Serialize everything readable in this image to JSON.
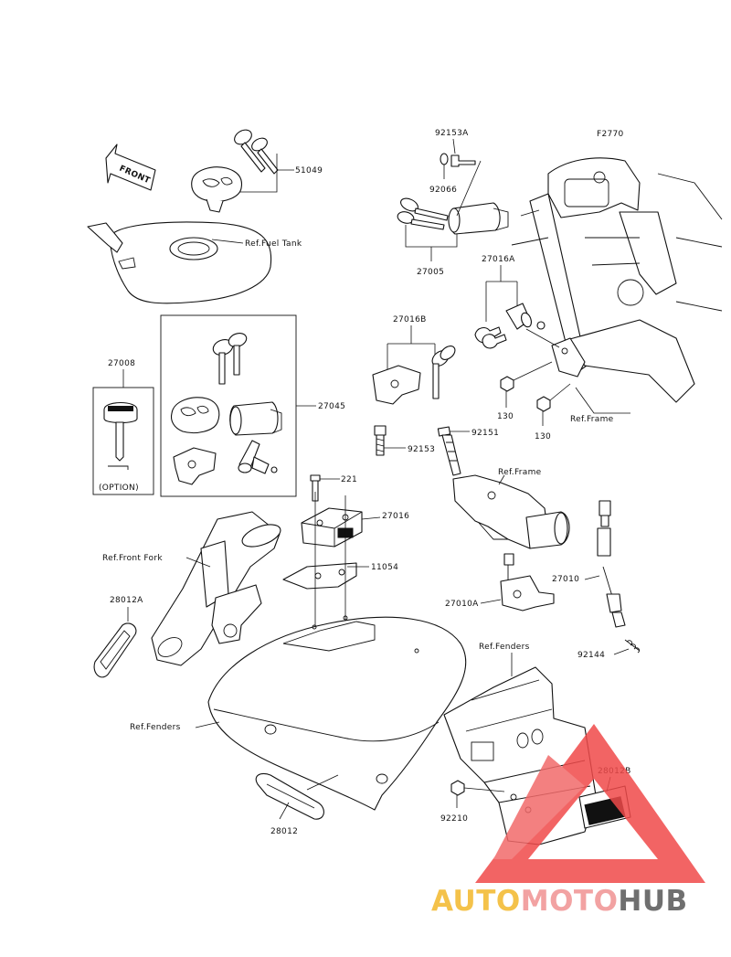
{
  "diagram_code": "F2770",
  "direction_label": "FRONT",
  "part_numbers": {
    "p51049": "51049",
    "p92153A": "92153A",
    "p92066": "92066",
    "p27005": "27005",
    "p27016A": "27016A",
    "p27016B": "27016B",
    "p27008": "27008",
    "p27045": "27045",
    "p130a": "130",
    "p130b": "130",
    "p92151": "92151",
    "p92153": "92153",
    "p221": "221",
    "p27016": "27016",
    "p11054": "11054",
    "p28012A": "28012A",
    "p27010A": "27010A",
    "p27010": "27010",
    "p92144": "92144",
    "p28012B": "28012B",
    "p92210": "92210",
    "p28012": "28012"
  },
  "references": {
    "fuel_tank": "Ref.Fuel Tank",
    "frame1": "Ref.Frame",
    "frame2": "Ref.Frame",
    "front_fork": "Ref.Front Fork",
    "fenders1": "Ref.Fenders",
    "fenders2": "Ref.Fenders"
  },
  "option_label": "(OPTION)",
  "watermark": {
    "part1": "AUTO",
    "part2": "MOTO",
    "part3": "HUB",
    "colors": {
      "auto": "#f4c24a",
      "moto": "#f2a2a2",
      "hub": "#6f6f6f",
      "triangle": "#f04a4a"
    }
  }
}
